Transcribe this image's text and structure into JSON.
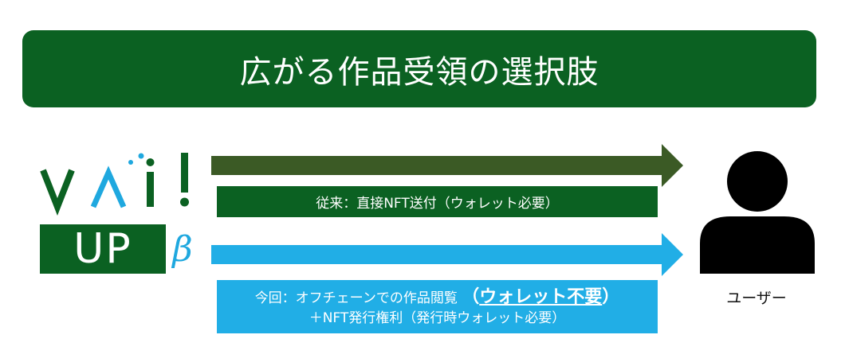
{
  "title": "広がる作品受領の選択肢",
  "logo": {
    "wordmark": "vai!",
    "badge_text": "UP",
    "beta_text": "β"
  },
  "flows": {
    "old": {
      "label": "従来：直接NFT送付（ウォレット必要）"
    },
    "new": {
      "line1_prefix": "今回：オフチェーンでの作品閲覧 ",
      "line1_emphasis_open": "（",
      "line1_emphasis": "ウォレット不要",
      "line1_emphasis_close": "）",
      "line2": "＋NFT発行権利（発行時ウォレット必要）"
    }
  },
  "recipient": {
    "label": "ユーザー"
  },
  "colors": {
    "dark_green": "#0b6122",
    "olive_arrow": "#3b5a25",
    "blue": "#21aee6",
    "black": "#000000"
  }
}
